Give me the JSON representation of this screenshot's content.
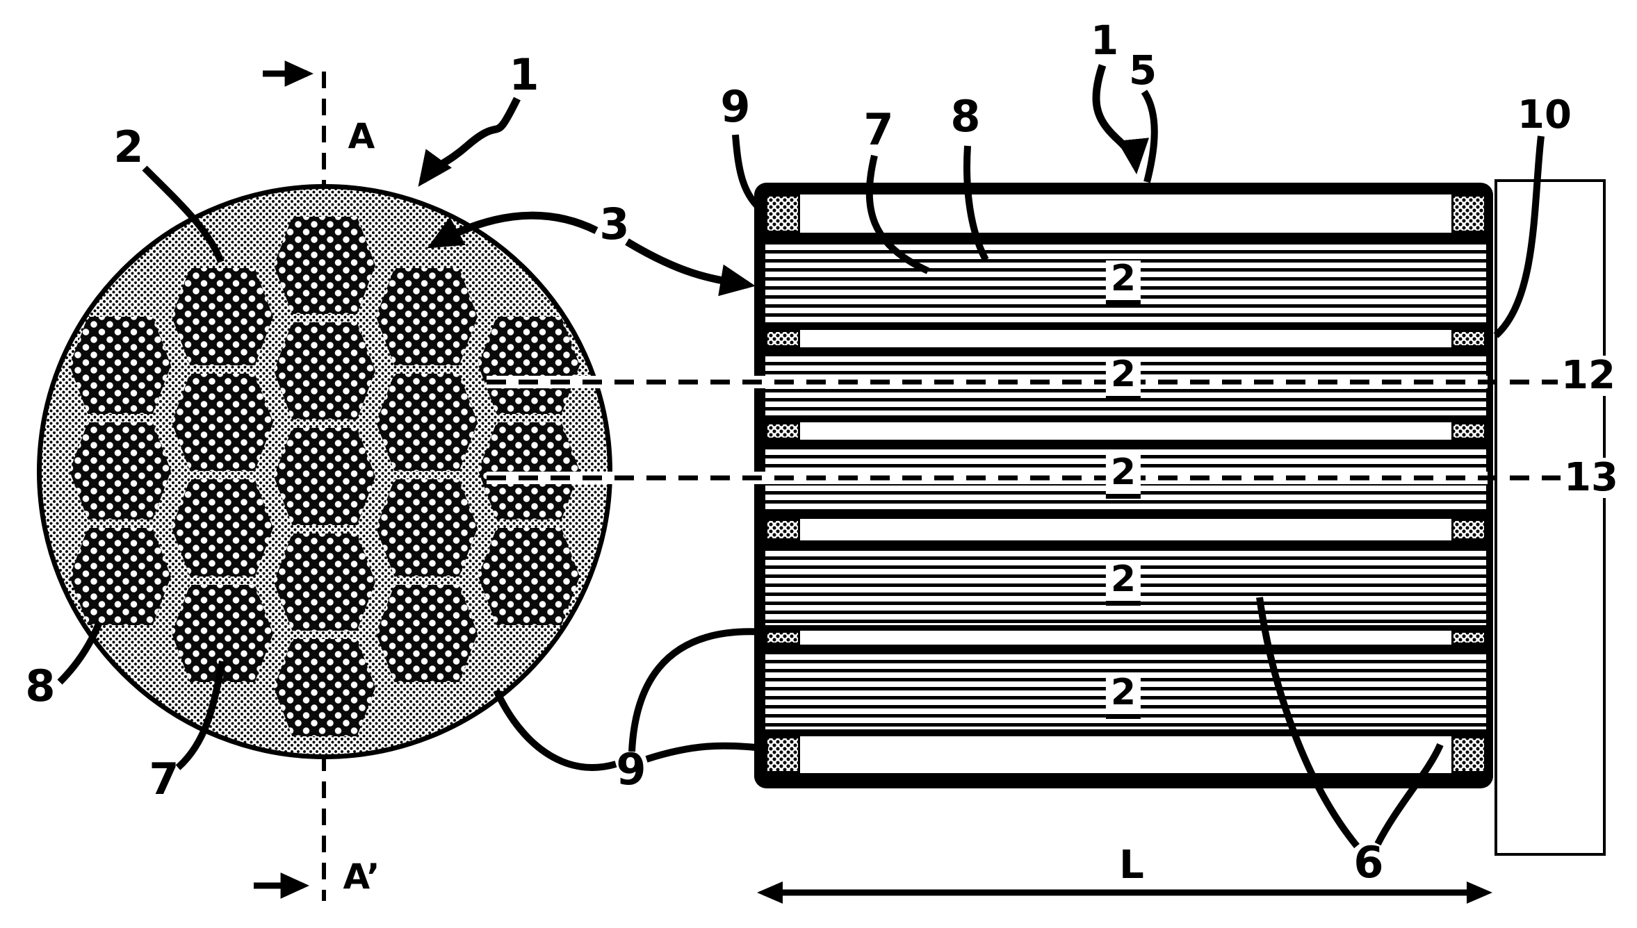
{
  "figure": {
    "kind": "patent line drawing",
    "views": {
      "left": "circular end face (section A-A) with 19 dotted hexagonal honeycomb segments in a stippled matrix",
      "right": "longitudinal section of length L with hatched segment bands, white slits plugged at both ends, and an end plate"
    },
    "colors": {
      "ink": "#000000",
      "paper": "#ffffff"
    }
  },
  "labels": {
    "ref1": "1",
    "ref2": "2",
    "ref3": "3",
    "ref5": "5",
    "ref6": "6",
    "ref7": "7",
    "ref8": "8",
    "ref9": "9",
    "ref10": "10",
    "ref12": "12",
    "ref13": "13",
    "sectionA": "A",
    "sectionAPrime": "A’",
    "lengthDim": "L"
  }
}
